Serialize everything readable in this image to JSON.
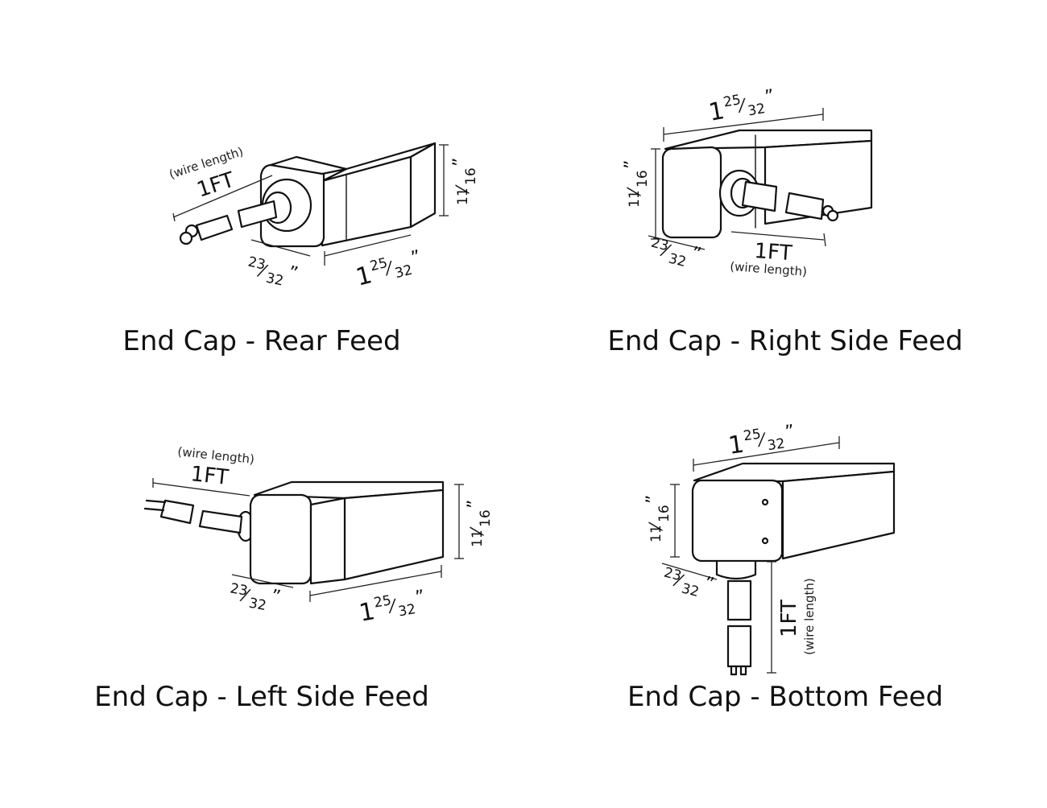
{
  "panels": {
    "rear": {
      "caption": "End Cap - Rear Feed",
      "wire_length_label": "(wire length)",
      "wire_length_value": "1FT",
      "length_whole": "1",
      "length_frac_num": "25",
      "length_frac_den": "32",
      "length_unit": "”",
      "height_frac_num": "11",
      "height_frac_den": "16",
      "height_unit": "”",
      "width_frac_num": "23",
      "width_frac_den": "32",
      "width_unit": "”"
    },
    "right": {
      "caption": "End Cap - Right Side Feed",
      "wire_length_label": "(wire length)",
      "wire_length_value": "1FT",
      "length_whole": "1",
      "length_frac_num": "25",
      "length_frac_den": "32",
      "length_unit": "”",
      "height_frac_num": "11",
      "height_frac_den": "16",
      "height_unit": "”",
      "width_frac_num": "23",
      "width_frac_den": "32",
      "width_unit": "”"
    },
    "left": {
      "caption": "End Cap - Left Side Feed",
      "wire_length_label": "(wire length)",
      "wire_length_value": "1FT",
      "length_whole": "1",
      "length_frac_num": "25",
      "length_frac_den": "32",
      "length_unit": "”",
      "height_frac_num": "11",
      "height_frac_den": "16",
      "height_unit": "”",
      "width_frac_num": "23",
      "width_frac_den": "32",
      "width_unit": "”"
    },
    "bottom": {
      "caption": "End Cap - Bottom Feed",
      "wire_length_label": "(wire length)",
      "wire_length_value": "1FT",
      "length_whole": "1",
      "length_frac_num": "25",
      "length_frac_den": "32",
      "length_unit": "”",
      "height_frac_num": "11",
      "height_frac_den": "16",
      "height_unit": "”",
      "width_frac_num": "23",
      "width_frac_den": "32",
      "width_unit": "”"
    }
  }
}
